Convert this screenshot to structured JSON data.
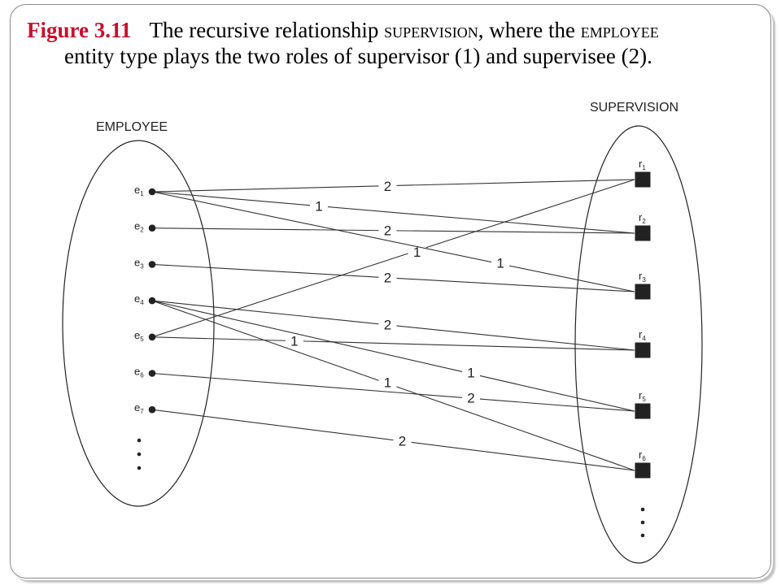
{
  "caption": {
    "figure_label": "Figure 3.11",
    "line1_a": "The recursive relationship ",
    "line1_sc1": "supervision",
    "line1_b": ", where the ",
    "line1_sc2": "employee",
    "line2": "entity type plays the two roles of supervisor (1) and supervisee (2)."
  },
  "diagram": {
    "left_set_label": "EMPLOYEE",
    "right_set_label": "SUPERVISION",
    "employees": [
      {
        "base": "e",
        "sub": "1"
      },
      {
        "base": "e",
        "sub": "2"
      },
      {
        "base": "e",
        "sub": "3"
      },
      {
        "base": "e",
        "sub": "4"
      },
      {
        "base": "e",
        "sub": "5"
      },
      {
        "base": "e",
        "sub": "6"
      },
      {
        "base": "e",
        "sub": "7"
      }
    ],
    "relationships": [
      {
        "base": "r",
        "sub": "1"
      },
      {
        "base": "r",
        "sub": "2"
      },
      {
        "base": "r",
        "sub": "3"
      },
      {
        "base": "r",
        "sub": "4"
      },
      {
        "base": "r",
        "sub": "5"
      },
      {
        "base": "r",
        "sub": "6"
      }
    ],
    "links": [
      {
        "employee": "e1",
        "relationship": "r1",
        "role": "2"
      },
      {
        "employee": "e5",
        "relationship": "r1",
        "role": "1"
      },
      {
        "employee": "e1",
        "relationship": "r2",
        "role": "1"
      },
      {
        "employee": "e2",
        "relationship": "r2",
        "role": "2"
      },
      {
        "employee": "e1",
        "relationship": "r3",
        "role": "1"
      },
      {
        "employee": "e3",
        "relationship": "r3",
        "role": "2"
      },
      {
        "employee": "e4",
        "relationship": "r4",
        "role": "2"
      },
      {
        "employee": "e5",
        "relationship": "r4",
        "role": "1"
      },
      {
        "employee": "e4",
        "relationship": "r5",
        "role": "1"
      },
      {
        "employee": "e6",
        "relationship": "r5",
        "role": "2"
      },
      {
        "employee": "e4",
        "relationship": "r6",
        "role": "1"
      },
      {
        "employee": "e7",
        "relationship": "r6",
        "role": "2"
      }
    ]
  }
}
